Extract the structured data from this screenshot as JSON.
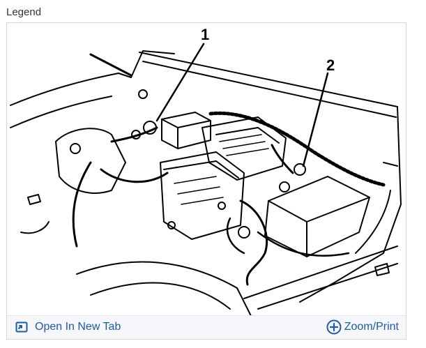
{
  "legend": {
    "title": "Legend"
  },
  "figure": {
    "callouts": [
      {
        "label": "1"
      },
      {
        "label": "2"
      }
    ]
  },
  "footer": {
    "open_tab": {
      "label": "Open In New Tab",
      "icon": "open-new-tab-icon"
    },
    "zoom": {
      "label": "Zoom/Print",
      "icon": "zoom-plus-icon"
    }
  },
  "colors": {
    "link": "#1f5aa6",
    "border": "#d6d6d6",
    "footer_bg": "#f5f7fa"
  }
}
